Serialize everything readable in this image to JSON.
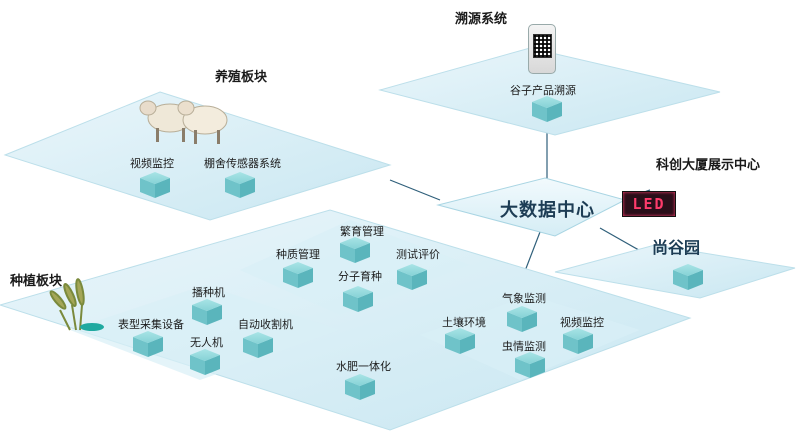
{
  "sections": {
    "traceability": "溯源系统",
    "breeding": "养殖板块",
    "planting": "种植板块",
    "sci_center": "科创大厦展示中心",
    "hub": "大数据中心",
    "shanggu": "尚谷园"
  },
  "led_text": "LED",
  "nodes": {
    "grain_trace": "谷子产品溯源",
    "video_monitor_left": "视频监控",
    "shed_sensor": "棚舍传感器系统",
    "breeding_mgmt": "繁育管理",
    "variety_mgmt": "种质管理",
    "test_eval": "测试评价",
    "molecular_breeding": "分子育种",
    "sowing_machine": "播种机",
    "phenotype_equipment": "表型采集设备",
    "auto_harvester": "自动收割机",
    "drone": "无人机",
    "water_fertilizer": "水肥一体化",
    "soil_env": "土壤环境",
    "weather_monitor": "气象监测",
    "video_monitor_right": "视频监控",
    "pest_monitor": "虫情监测"
  }
}
